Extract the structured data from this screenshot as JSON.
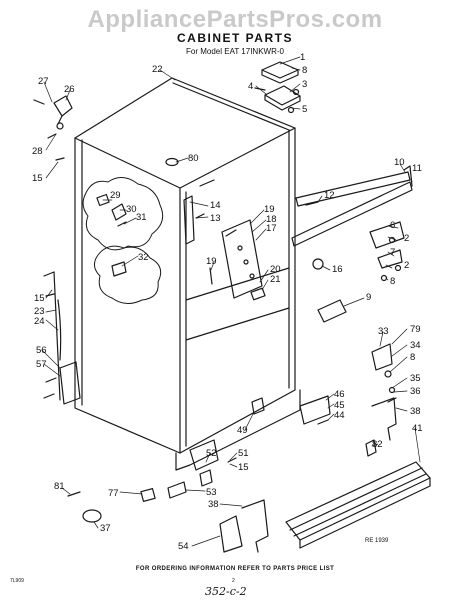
{
  "watermark": "AppliancePartsPros.com",
  "header": {
    "title": "CABINET PARTS",
    "model_line": "For Model EAT 17INKWR-0"
  },
  "callouts": [
    "1",
    "8",
    "3",
    "4",
    "5",
    "27",
    "26",
    "22",
    "28",
    "15",
    "80",
    "10",
    "11",
    "14",
    "13",
    "12",
    "29",
    "30",
    "31",
    "19",
    "18",
    "17",
    "6",
    "2",
    "7",
    "2",
    "8",
    "32",
    "19",
    "20",
    "21",
    "16",
    "15",
    "9",
    "23",
    "24",
    "33",
    "79",
    "34",
    "8",
    "56",
    "57",
    "35",
    "36",
    "38",
    "46",
    "45",
    "44",
    "49",
    "82",
    "41",
    "51",
    "52",
    "15",
    "81",
    "77",
    "53",
    "38",
    "37",
    "54"
  ],
  "footer": {
    "instruction": "FOR ORDERING INFORMATION REFER TO PARTS PRICE LIST",
    "figure_code": "RE 1939",
    "corner_code": "7L909",
    "page_number": "2",
    "handwritten_note": "352-c-2"
  }
}
